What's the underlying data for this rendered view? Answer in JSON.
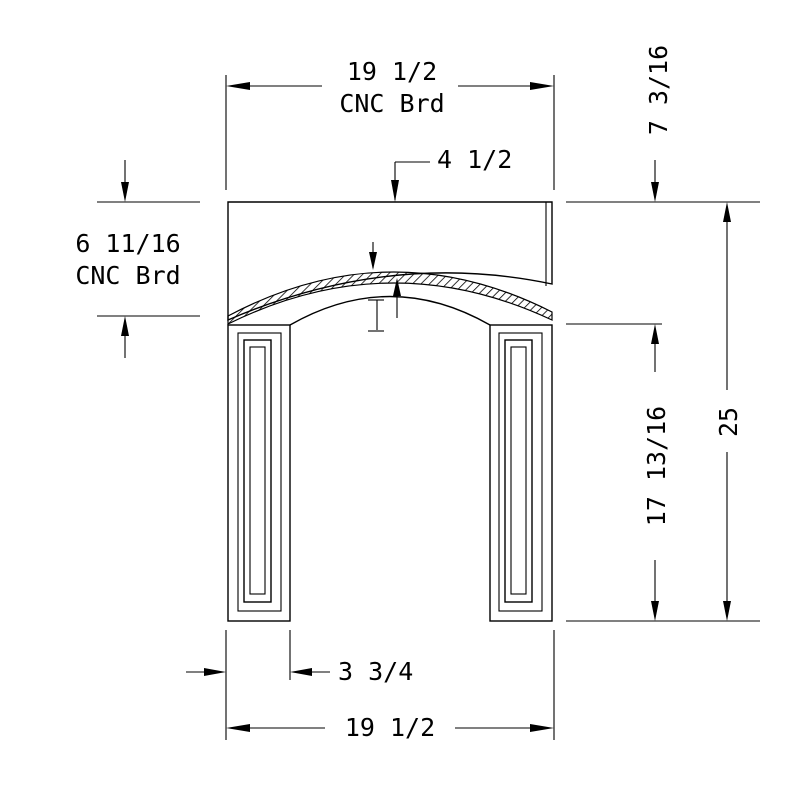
{
  "drawing": {
    "top_width": "19 1/2",
    "top_width_note": "CNC Brd",
    "center_offset": "4 1/2",
    "top_rise": "7 3/16",
    "left_height": "6 11/16",
    "left_height_note": "CNC Brd",
    "overall_height": "25",
    "leg_height": "17 13/16",
    "leg_width": "3 3/4",
    "bottom_width": "19 1/2"
  }
}
